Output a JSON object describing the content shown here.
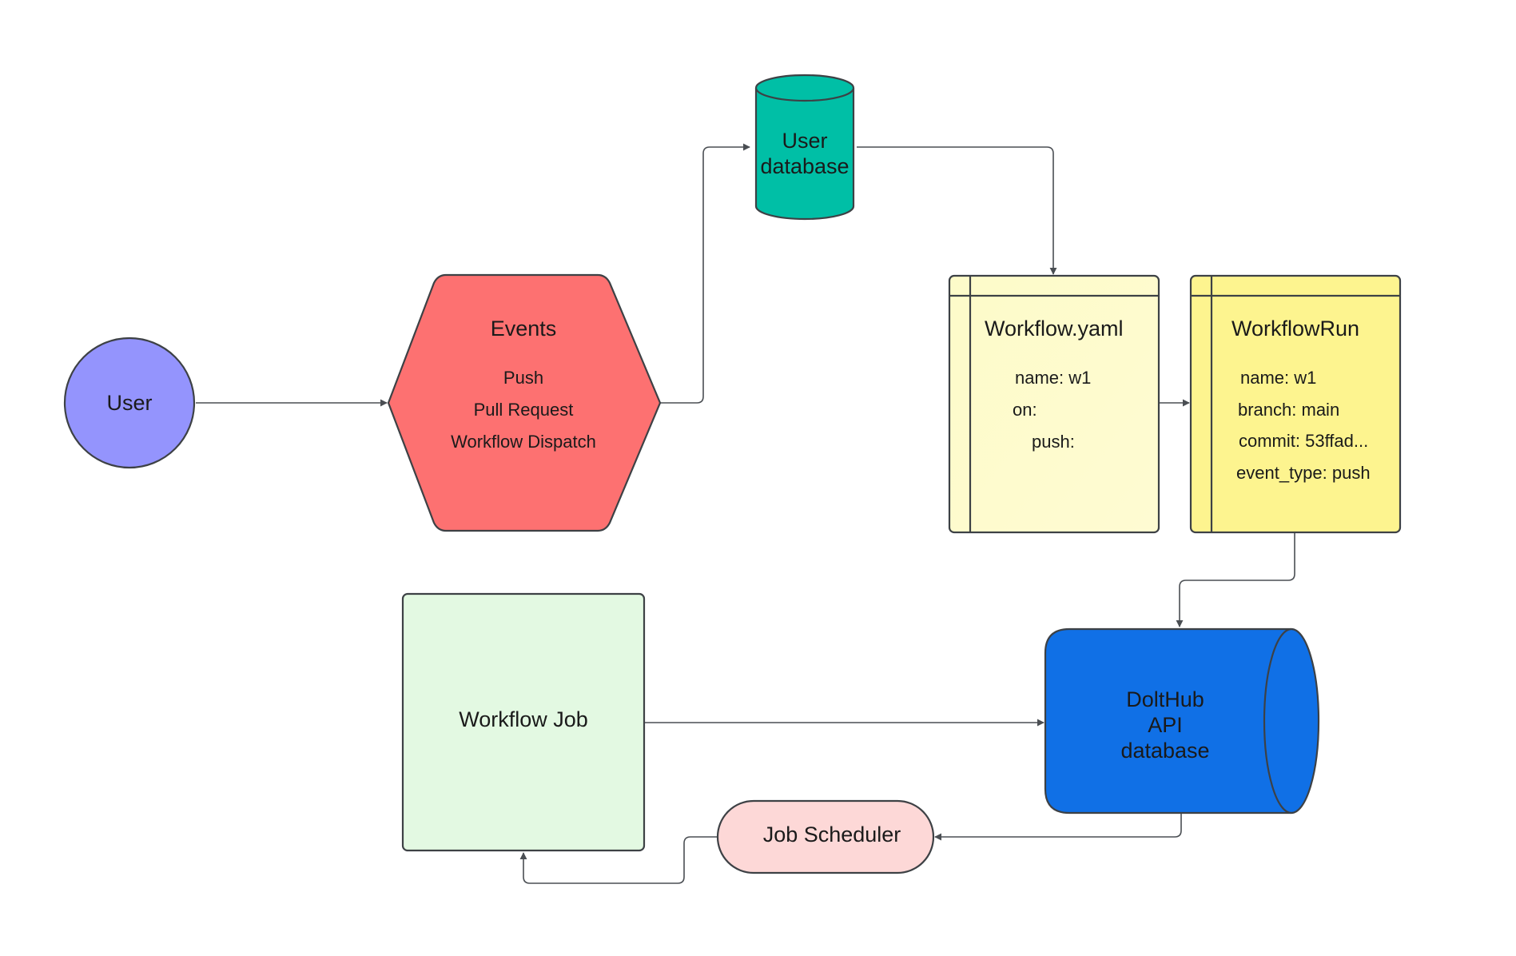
{
  "colors": {
    "user": "#9494fd",
    "events": "#fd7171",
    "user_database": "#00bfa6",
    "workflow_yaml": "#fdfbc9",
    "workflow_run": "#fdf48f",
    "dolthub_db": "#1070e6",
    "workflow_job": "#e3f9e2",
    "job_scheduler": "#fdd8d7",
    "stroke": "#3d4145"
  },
  "nodes": {
    "user": {
      "label": "User"
    },
    "events": {
      "title": "Events",
      "items": [
        "Push",
        "Pull Request",
        "Workflow Dispatch"
      ]
    },
    "user_database": {
      "lines": [
        "User",
        "database"
      ]
    },
    "workflow_yaml": {
      "title": "Workflow.yaml",
      "lines": [
        "name: w1",
        "on:",
        "push:"
      ]
    },
    "workflow_run": {
      "title": "WorkflowRun",
      "lines": [
        "name: w1",
        "branch: main",
        "commit: 53ffad...",
        "event_type: push"
      ]
    },
    "dolthub_db": {
      "lines": [
        "DoltHub",
        "API",
        "database"
      ]
    },
    "workflow_job": {
      "label": "Workflow Job"
    },
    "job_scheduler": {
      "label": "Job Scheduler"
    }
  }
}
